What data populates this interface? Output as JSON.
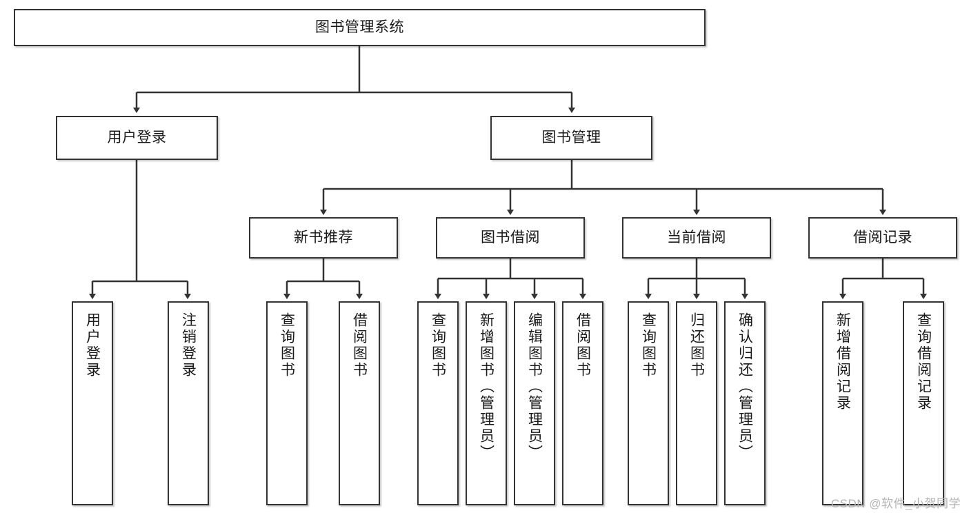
{
  "diagram": {
    "title_node": {
      "label": "图书管理系统"
    },
    "level2": [
      {
        "label": "用户登录"
      },
      {
        "label": "图书管理"
      }
    ],
    "level3": [
      {
        "label": "新书推荐"
      },
      {
        "label": "图书借阅"
      },
      {
        "label": "当前借阅"
      },
      {
        "label": "借阅记录"
      }
    ],
    "leaves": {
      "user_login": [
        {
          "label": "用户登录"
        },
        {
          "label": "注销登录"
        }
      ],
      "new_book_recommend": [
        {
          "label": "查询图书"
        },
        {
          "label": "借阅图书"
        }
      ],
      "book_borrow": [
        {
          "label": "查询图书"
        },
        {
          "label": "新增图书（管理员）"
        },
        {
          "label": "编辑图书（管理员）"
        },
        {
          "label": "借阅图书"
        }
      ],
      "current_borrow": [
        {
          "label": "查询图书"
        },
        {
          "label": "归还图书"
        },
        {
          "label": "确认归还（管理员）"
        }
      ],
      "borrow_record": [
        {
          "label": "新增借阅记录"
        },
        {
          "label": "查询借阅记录"
        }
      ]
    }
  },
  "watermark": {
    "text": "CSDN @软件_小贺同学"
  },
  "colors": {
    "border": "#333333",
    "background": "#ffffff",
    "text": "#1a1a1a",
    "connector": "#333333",
    "watermark": "#b4b4b4"
  }
}
